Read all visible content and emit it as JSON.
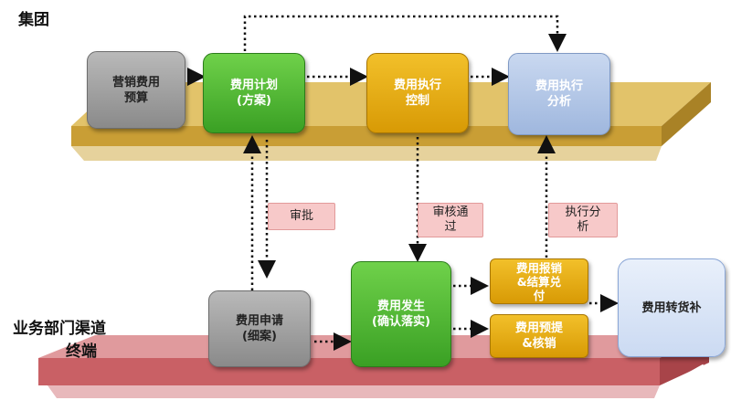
{
  "labels": {
    "group": "集团",
    "channel": "业务部门渠道",
    "terminal": "终端"
  },
  "boxes": {
    "budget": "营销费用\n预算",
    "plan": "费用计划\n(方案)",
    "control": "费用执行\n控制",
    "analysis": "费用执行\n分析",
    "apply": "费用申请\n(细案)",
    "occur": "费用发生\n(确认落实)",
    "settle": "费用报销\n&结算兑\n付",
    "accrue": "费用预提\n&核销",
    "transfer": "费用转货补"
  },
  "tags": {
    "approve": "审批",
    "audit_pass": "审核通\n过",
    "exec_analysis": "执行分\n析"
  },
  "colors": {
    "gray": "#9a9a9a",
    "green": "#4cb030",
    "orange": "#e5a80f",
    "blue": "#adc2e6",
    "light_blue": "#dce6f6",
    "tag_pink": "#f7c9c9",
    "top_platform": "#d9b24f",
    "bottom_platform": "#d16f74"
  }
}
